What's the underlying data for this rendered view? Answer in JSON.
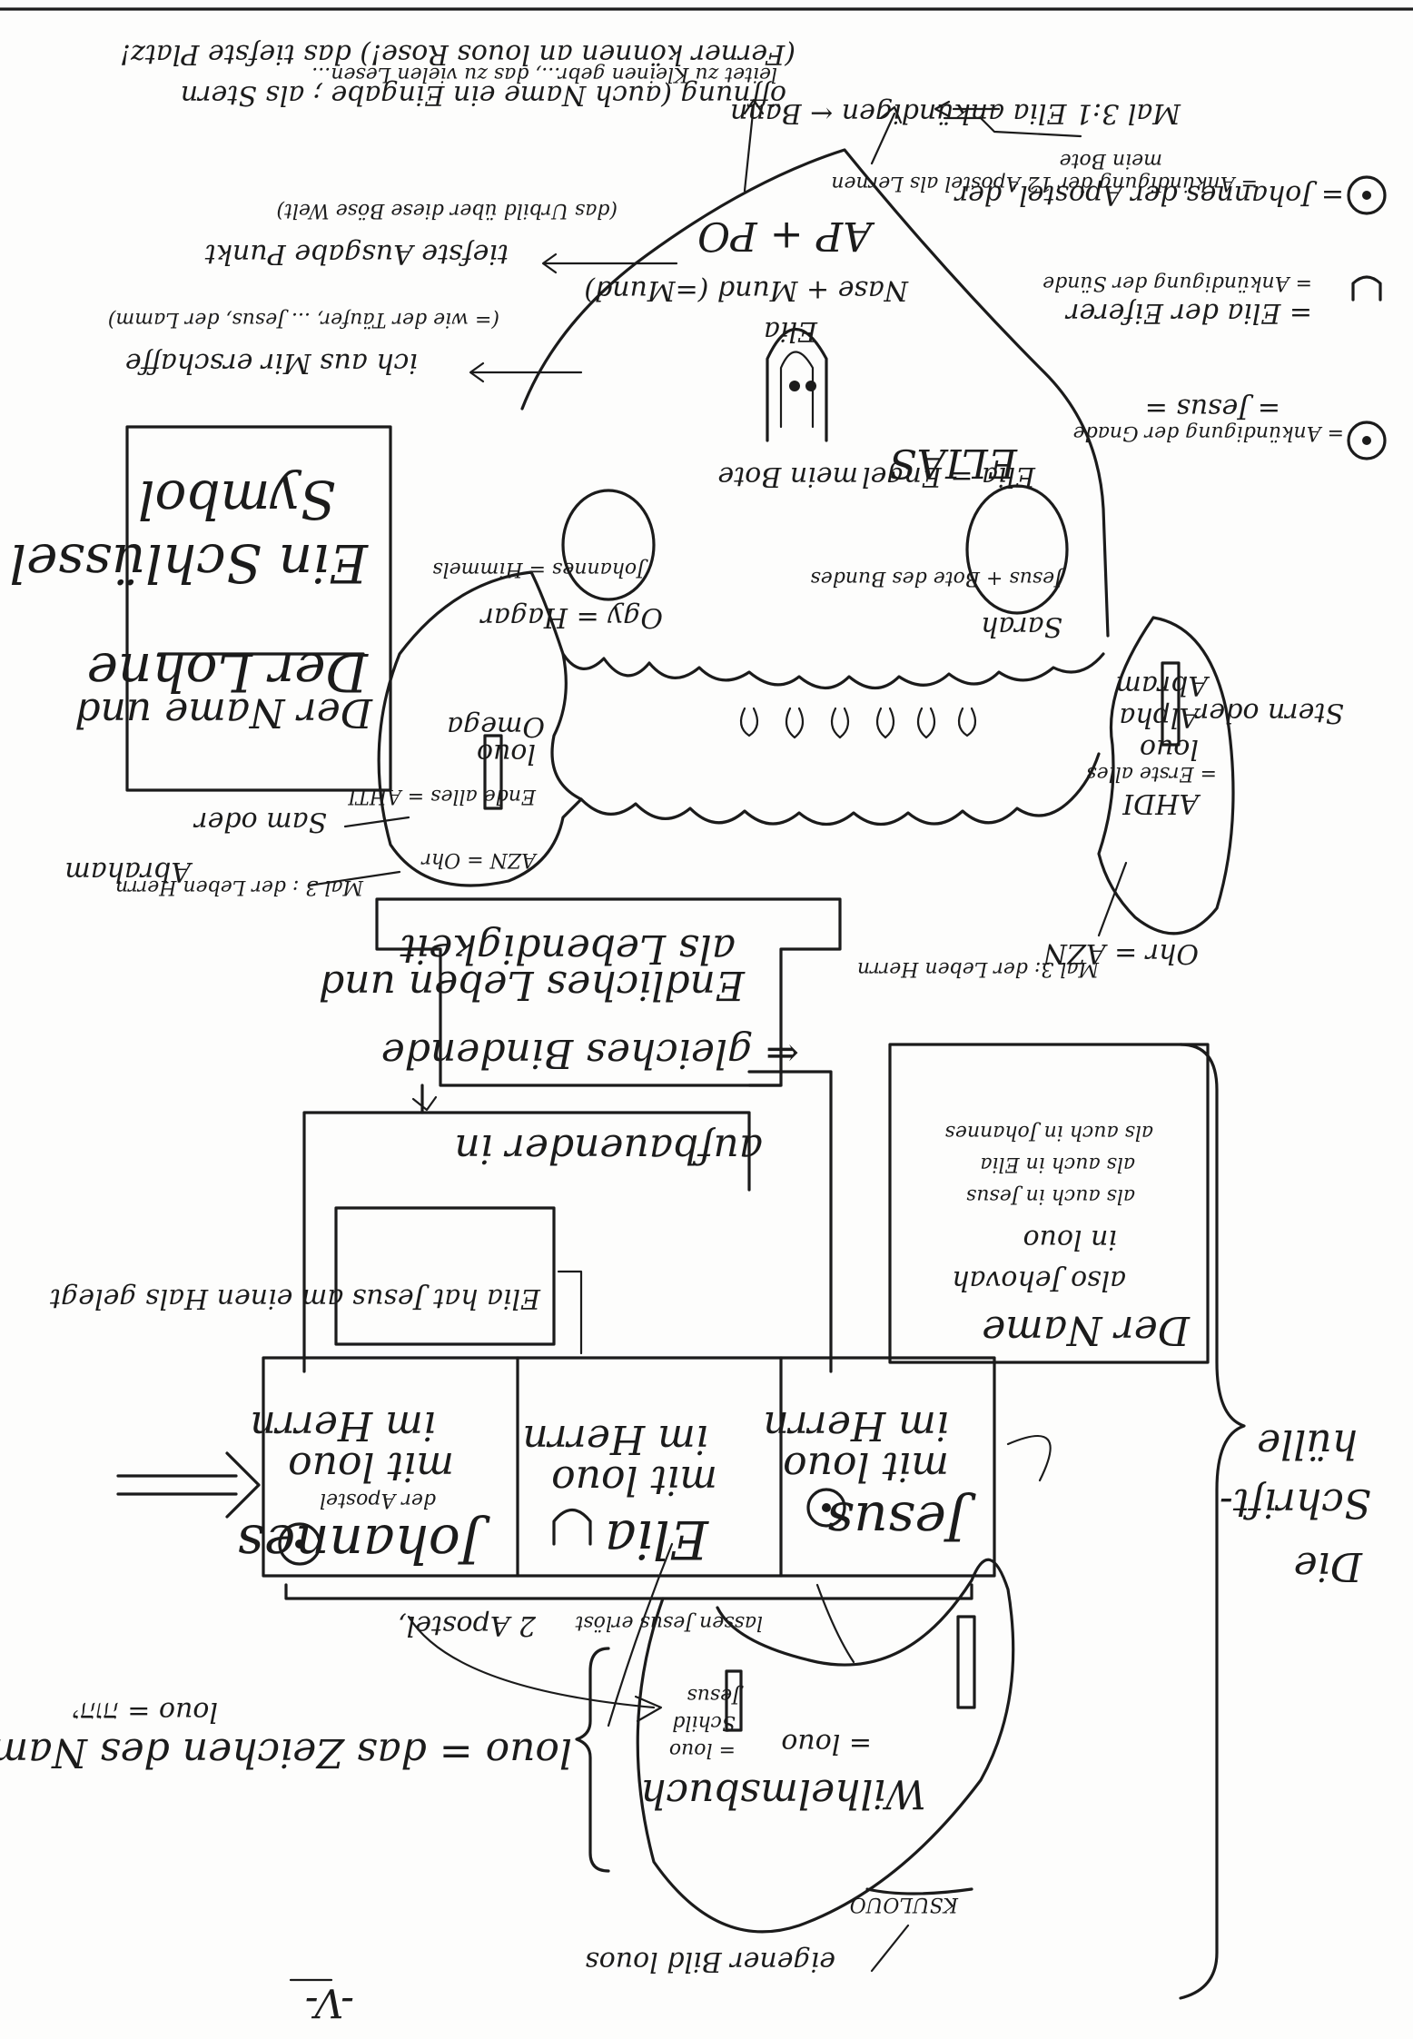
{
  "page_number": "-V-",
  "top_notes": {
    "line1": "(Ferner können an louos Rose!) das tiefste Platz!",
    "line2": "leitet zu Kleinen gebr..., das zu vielen Lesen...",
    "line3": "öffnung (auch Name ein Eingabe ; als Stern",
    "line4": "Mal 3:1 Elia ankündigen ← Bann",
    "line5": "= Ankündigung der 12 Apostel als Lernen",
    "line6": "mein Bote"
  },
  "right_legend": {
    "johannes": "= Johannes der Apostel, der",
    "elia_def": "= Elia der Eiferer",
    "elia_sub": "= Ankündigung der Sünde",
    "jesus_def": "= Jesus =",
    "jesus_sub": "= Ankündigung der Gnade"
  },
  "head": {
    "nose_mouth": "Nase + Mund (=Mund)",
    "ap_po": "AP + PO",
    "elia_label": "Elia",
    "mein_bote": "mein Bote",
    "elia_engel": "Elia = Engel",
    "elias": "ELIAS",
    "eye_right_top": "Sarah",
    "eye_right": "Jesus + Bote des Bundes",
    "eye_left_top": "Ogy = Hagar",
    "eye_left": "Johannes = Himmels",
    "left_note1": "ich aus Mir erschaffe",
    "left_note1b": "(= wie der Täufer, ... Jesus, der Lamm)",
    "left_note2": "tiefste Ausgabe Punkt",
    "left_note2b": "(das Urbild über diese Böse Welt)"
  },
  "left_ear": {
    "omega": "Omega",
    "louo": "louo",
    "ende": "Ende alles = AHTI",
    "azn": "AZN = Ohr",
    "sam": "Sam oder",
    "abraham": "Abraham",
    "mal3": "Mal 3 : der Leben Herrn"
  },
  "right_ear": {
    "abram": "Abram",
    "alpha": "Alpha",
    "louo": "louo",
    "erste": "= Erste alles",
    "ahdi": "AHDI",
    "ohr": "Ohr = AZN",
    "stern": "Stern oder",
    "mal3": "Mal 3: der Leben Herrn"
  },
  "left_box": {
    "line1": "Der Name und",
    "line2": "Der Lohne",
    "line3": "Ein Schlüssel",
    "line4": "Symbol"
  },
  "neck": {
    "line1": "⇐ gleiches Bindende",
    "line2": "Endliches Leben und",
    "line3": "als Lebendigkeit"
  },
  "body": {
    "aufbauen": "aufbauender in",
    "elia_jesus_box": "Elia hat Jesus am einen Hals gelegt"
  },
  "name_box": {
    "line1": "Der Name",
    "line2": "also Jehovah",
    "line3": "in louo",
    "line4": "als auch in Jesus",
    "line5": "als auch in Elia",
    "line6": "als auch in Johannes"
  },
  "columns": [
    {
      "name": "Johannes",
      "sub": "der Apostel",
      "line2": "mit louo",
      "line3": "im Herrn"
    },
    {
      "name": "Elia",
      "sub": "",
      "line2": "mit louo",
      "line3": "im Herrn"
    },
    {
      "name": "Jesus",
      "sub": "",
      "line2": "mit louo",
      "line3": "im Herrn"
    }
  ],
  "right_side": {
    "die": "Die",
    "schrift": "Schrift-",
    "hulle": "hülle"
  },
  "lower": {
    "apostel": "2 Apostel,",
    "jesus_erlost": "lassen Jesus erlöst",
    "louo_zeichen": "louo = das Zeichen des Namens",
    "louo_hebr": "louo = יהוה",
    "wilhelm": "Wilhelmsbuch",
    "wilhelm2": "= louo",
    "jesus_small": "Jesus",
    "jesus_small2": "Schild",
    "jesus_small3": "= louo",
    "ksulouo": "KSULOUO",
    "eigene": "eigener Bild louos"
  }
}
